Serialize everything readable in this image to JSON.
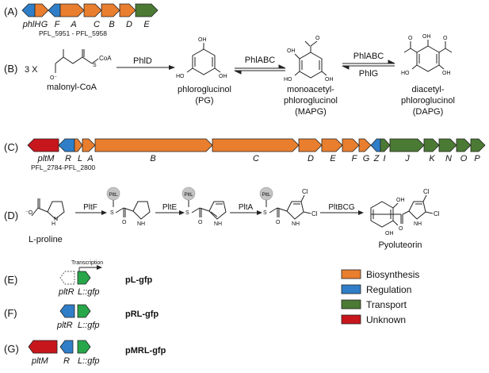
{
  "colors": {
    "biosynthesis": "#e97e2e",
    "regulation": "#2f7ec7",
    "transport": "#4b7a34",
    "unknown": "#c8161d",
    "reporter": "#27a64a",
    "cofactor": "#bdbdbd"
  },
  "panel_a": {
    "label": "(A)",
    "genes": [
      {
        "name": "phlH",
        "type": "regulation"
      },
      {
        "name": "G",
        "type": "biosynthesis"
      },
      {
        "name": "F",
        "type": "regulation"
      },
      {
        "name": "A",
        "type": "biosynthesis"
      },
      {
        "name": "C",
        "type": "biosynthesis"
      },
      {
        "name": "B",
        "type": "biosynthesis"
      },
      {
        "name": "D",
        "type": "biosynthesis"
      },
      {
        "name": "E",
        "type": "transport"
      }
    ],
    "locus": "PFL_5951 - PFL_5958"
  },
  "panel_b": {
    "label": "(B)",
    "multiplier": "3 X",
    "substrate": "malonyl-CoA",
    "substrate_coa": "CoA",
    "enzyme1": "PhlD",
    "enzyme2": "PhlABC",
    "enzyme3_fwd": "PhlABC",
    "enzyme3_rev": "PhlG",
    "compounds": [
      {
        "name": "phloroglucinol",
        "abbr": "(PG)"
      },
      {
        "name_line1": "monoacetyl-",
        "name_line2": "phloroglucinol",
        "abbr": "(MAPG)"
      },
      {
        "name_line1": "diacetyl-",
        "name_line2": "phloroglucinol",
        "abbr": "(DAPG)"
      }
    ],
    "oh": "OH",
    "ho": "HO"
  },
  "panel_c": {
    "label": "(C)",
    "genes": [
      {
        "name": "pltM",
        "type": "unknown"
      },
      {
        "name": "R",
        "type": "regulation"
      },
      {
        "name": "L",
        "type": "biosynthesis"
      },
      {
        "name": "A",
        "type": "biosynthesis"
      },
      {
        "name": "B",
        "type": "biosynthesis"
      },
      {
        "name": "C",
        "type": "biosynthesis"
      },
      {
        "name": "D",
        "type": "biosynthesis"
      },
      {
        "name": "E",
        "type": "biosynthesis"
      },
      {
        "name": "F",
        "type": "biosynthesis"
      },
      {
        "name": "G",
        "type": "biosynthesis"
      },
      {
        "name": "Z",
        "type": "regulation"
      },
      {
        "name": "I",
        "type": "transport"
      },
      {
        "name": "J",
        "type": "transport"
      },
      {
        "name": "K",
        "type": "transport"
      },
      {
        "name": "N",
        "type": "transport"
      },
      {
        "name": "O",
        "type": "transport"
      },
      {
        "name": "P",
        "type": "transport"
      }
    ],
    "locus": "PFL_2784-PFL_2800"
  },
  "panel_d": {
    "label": "(D)",
    "substrate": "L-proline",
    "enzymes": [
      "PltF",
      "PltE",
      "PltA",
      "PltBCG"
    ],
    "carrier": "PltL",
    "product": "Pyoluteorin",
    "atoms": {
      "o_minus": "O",
      "nh": "NH",
      "h": "H",
      "s": "S",
      "o": "O",
      "cl": "Cl",
      "oh": "OH"
    }
  },
  "constructs": [
    {
      "label": "(E)",
      "name": "pL-gfp",
      "gene_a": "pltR",
      "gene_b": "L::gfp",
      "transcription": "Transcription"
    },
    {
      "label": "(F)",
      "name": "pRL-gfp",
      "gene_a": "pltR",
      "gene_b": "L::gfp"
    },
    {
      "label": "(G)",
      "name": "pMRL-gfp",
      "gene_m": "pltM",
      "gene_a": "R",
      "gene_b": "L::gfp"
    }
  ],
  "legend": {
    "items": [
      {
        "label": "Biosynthesis",
        "type": "biosynthesis"
      },
      {
        "label": "Regulation",
        "type": "regulation"
      },
      {
        "label": "Transport",
        "type": "transport"
      },
      {
        "label": "Unknown",
        "type": "unknown"
      }
    ]
  }
}
